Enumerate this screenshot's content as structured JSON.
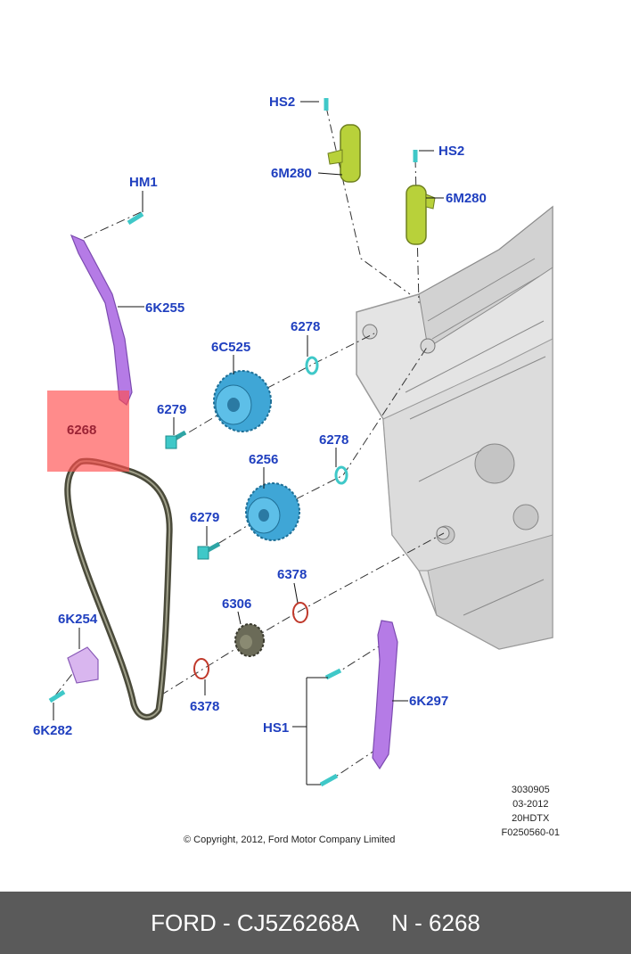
{
  "diagram": {
    "labels": {
      "hs2_top": "HS2",
      "hs2_right": "HS2",
      "m6m280_top": "6M280",
      "m6m280_right": "6M280",
      "hm1": "HM1",
      "k6255": "6K255",
      "c6525": "6C525",
      "p6278_a": "6278",
      "p6279_a": "6279",
      "p6268": "6268",
      "p6256": "6256",
      "p6278_b": "6278",
      "p6279_b": "6279",
      "p6378_a": "6378",
      "p6306": "6306",
      "k6254": "6K254",
      "p6378_b": "6378",
      "k6282": "6K282",
      "k6297": "6K297",
      "hs1": "HS1"
    },
    "highlight_color": "#ff4d4d",
    "part_colors": {
      "guide": "#b57be6",
      "sprocket": "#3fa6d6",
      "solenoid": "#b8d13a",
      "bolt": "#3fc8c8",
      "chain": "#4a4a3a",
      "engine": "#e6e6e6"
    }
  },
  "meta": {
    "line1": "3030905",
    "line2": "03-2012",
    "line3": "20HDTX",
    "line4": "F0250560-01"
  },
  "copyright": "© Copyright, 2012, Ford Motor Company Limited",
  "footer": {
    "part": "FORD - CJ5Z6268A",
    "number": "N - 6268"
  }
}
